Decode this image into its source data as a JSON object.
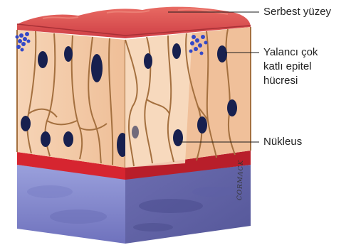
{
  "labels": {
    "surface": "Serbest yüzey",
    "cell_line1": "Yalancı çok",
    "cell_line2": "katlı epitel",
    "cell_line3": "hücresi",
    "nucleus": "Nükleus"
  },
  "signature": "CORMACK",
  "colors": {
    "surface": "#d94a4f",
    "cytoplasm": "#f3c9a6",
    "cell_outline": "#a4703f",
    "nucleus": "#17204f",
    "basement": "#d62530",
    "connective": "#8a8fcf",
    "cilia": "#3348c8"
  },
  "icons": [
    "cilia-cluster-icon",
    "cilia-cluster-icon"
  ]
}
